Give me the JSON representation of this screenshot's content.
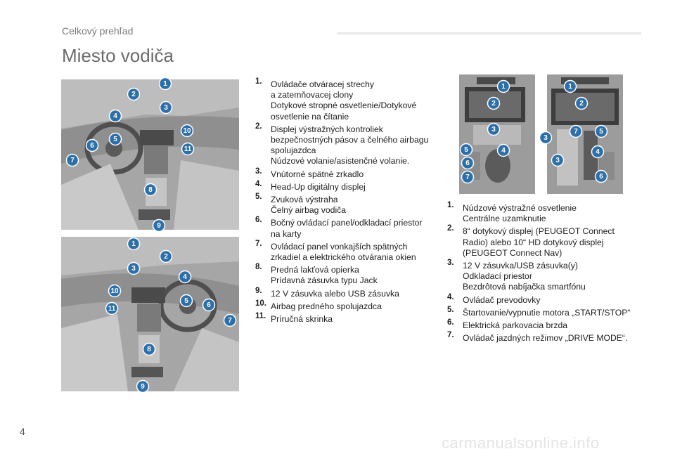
{
  "header": {
    "section": "Celkový prehľad"
  },
  "page": {
    "title": "Miesto vodiča",
    "number": "4"
  },
  "watermark": "carmanualsonline.info",
  "legend_left": [
    {
      "num": "1.",
      "lines": [
        "Ovládače otváracej strechy",
        "a zatemňovacej clony",
        "Dotykové stropné osvetlenie/Dotykové",
        "osvetlenie na čítanie"
      ]
    },
    {
      "num": "2.",
      "lines": [
        "Displej výstražných kontroliek",
        "bezpečnostných pásov a čelného airbagu",
        "spolujazdca",
        "Núdzové volanie/asistenčné volanie."
      ]
    },
    {
      "num": "3.",
      "lines": [
        "Vnútorné spätné zrkadlo"
      ]
    },
    {
      "num": "4.",
      "lines": [
        "Head-Up digitálny displej"
      ]
    },
    {
      "num": "5.",
      "lines": [
        "Zvuková výstraha",
        "Čelný airbag vodiča"
      ]
    },
    {
      "num": "6.",
      "lines": [
        "Bočný ovládací panel/odkladací priestor",
        "na karty"
      ]
    },
    {
      "num": "7.",
      "lines": [
        "Ovládací panel vonkajších spätných",
        "zrkadiel a elektrického otvárania okien"
      ]
    },
    {
      "num": "8.",
      "lines": [
        "Predná lakťová opierka",
        "Prídavná zásuvka typu Jack"
      ]
    },
    {
      "num": "9.",
      "lines": [
        "12 V zásuvka alebo USB zásuvka"
      ]
    },
    {
      "num": "10.",
      "lines": [
        "Airbag predného spolujazdca"
      ]
    },
    {
      "num": "11.",
      "lines": [
        "Príručná skrinka"
      ]
    }
  ],
  "legend_right": [
    {
      "num": "1.",
      "lines": [
        "Núdzové výstražné osvetlenie",
        "Centrálne uzamknutie"
      ]
    },
    {
      "num": "2.",
      "lines": [
        "8“ dotykový displej (PEUGEOT Connect",
        "Radio) alebo 10“ HD dotykový displej",
        "(PEUGEOT Connect Nav)"
      ]
    },
    {
      "num": "3.",
      "lines": [
        "12 V zásuvka/USB zásuvka(y)",
        "Odkladací priestor",
        "Bezdrôtová nabíjačka smartfónu"
      ]
    },
    {
      "num": "4.",
      "lines": [
        "Ovládač prevodovky"
      ]
    },
    {
      "num": "5.",
      "lines": [
        "Štartovanie/vypnutie motora „START/STOP“"
      ]
    },
    {
      "num": "6.",
      "lines": [
        "Elektrická parkovacia brzda"
      ]
    },
    {
      "num": "7.",
      "lines": [
        "Ovládač jazdných režimov „DRIVE MODE“."
      ]
    }
  ],
  "photos": {
    "lhd_markers": [
      "1",
      "2",
      "3",
      "4",
      "5",
      "10",
      "6",
      "11",
      "7",
      "8",
      "9"
    ],
    "rhd_markers": [
      "1",
      "2",
      "3",
      "4",
      "10",
      "5",
      "6",
      "11",
      "7",
      "8",
      "9"
    ],
    "console_a_markers": [
      "1",
      "2",
      "3",
      "5",
      "4",
      "6",
      "7"
    ],
    "console_b_markers": [
      "1",
      "2",
      "7",
      "5",
      "3",
      "4",
      "3",
      "6"
    ]
  },
  "colors": {
    "marker": "#2d6fa8",
    "photo_bg": "#a3a3a3",
    "title": "#6b6b6b"
  }
}
